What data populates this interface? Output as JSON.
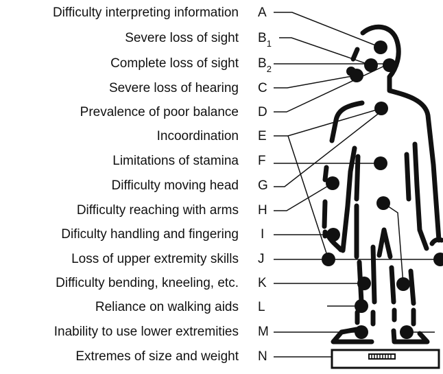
{
  "limitations": [
    {
      "text": "Difficulty interpreting information"
    },
    {
      "text": "Severe loss of sight"
    },
    {
      "text": "Complete loss of sight"
    },
    {
      "text": "Severe loss of hearing"
    },
    {
      "text": "Prevalence of poor balance"
    },
    {
      "text": "Incoordination"
    },
    {
      "text": "Limitations of stamina"
    },
    {
      "text": "Difficulty moving head"
    },
    {
      "text": "Difficulty reaching with arms"
    },
    {
      "text": "Dificulty handling and fingering"
    },
    {
      "text": "Loss of upper extremity skills"
    },
    {
      "text": "Difficulty bending, kneeling, etc."
    },
    {
      "text": "Reliance on walking aids"
    },
    {
      "text": "Inability to use lower extremities"
    },
    {
      "text": "Extremes of size and weight"
    }
  ],
  "codes": [
    {
      "letter": "A",
      "sub": ""
    },
    {
      "letter": "B",
      "sub": "1"
    },
    {
      "letter": "B",
      "sub": "2"
    },
    {
      "letter": "C",
      "sub": ""
    },
    {
      "letter": "D",
      "sub": ""
    },
    {
      "letter": "E",
      "sub": ""
    },
    {
      "letter": "F",
      "sub": ""
    },
    {
      "letter": "G",
      "sub": ""
    },
    {
      "letter": "H",
      "sub": ""
    },
    {
      "letter": "I",
      "sub": ""
    },
    {
      "letter": "J",
      "sub": ""
    },
    {
      "letter": "K",
      "sub": ""
    },
    {
      "letter": "L",
      "sub": ""
    },
    {
      "letter": "M",
      "sub": ""
    },
    {
      "letter": "N",
      "sub": ""
    }
  ],
  "colors": {
    "ink": "#111111",
    "background": "#ffffff"
  }
}
